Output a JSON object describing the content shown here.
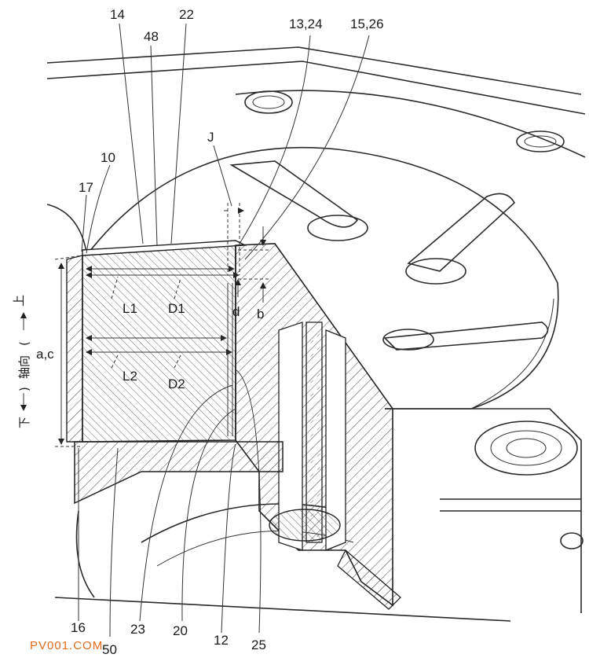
{
  "labels": {
    "n14": "14",
    "n22": "22",
    "n48": "48",
    "n13_24": "13,24",
    "n15_26": "15,26",
    "nJ": "J",
    "n10": "10",
    "n17": "17",
    "nL1": "L1",
    "nD1": "D1",
    "nd": "d",
    "nb": "b",
    "nac": "a,c",
    "nL2": "L2",
    "nD2": "D2",
    "n16": "16",
    "n50": "50",
    "n23": "23",
    "n20": "20",
    "n12": "12",
    "n25": "25"
  },
  "axis": {
    "up": "上",
    "axial": "轴向",
    "paren_open": "(",
    "paren_close": ")",
    "down": "下"
  },
  "watermark": "PV001.COM",
  "colors": {
    "line": "#2a2a2a",
    "watermark": "#e06a1a"
  }
}
